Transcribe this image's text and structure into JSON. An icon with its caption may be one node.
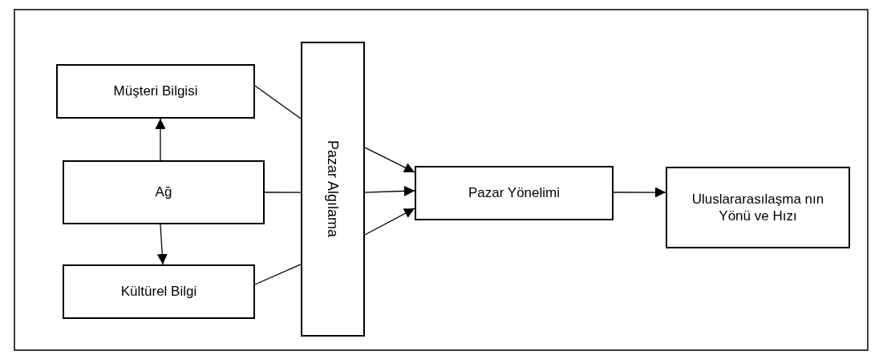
{
  "diagram": {
    "nodes": [
      {
        "text": [
          "Müşteri Bilgisi"
        ]
      },
      {
        "text": [
          "Ağ"
        ]
      },
      {
        "text": [
          "Kültürel Bilgi"
        ]
      },
      {
        "text": [
          "Pazar Algılama"
        ]
      },
      {
        "text": [
          "Pazar Yönelimi"
        ]
      },
      {
        "text": [
          "Uluslararasılaşma nın Yönü ve Hızı"
        ]
      }
    ],
    "edges": [
      {
        "from": 1,
        "to": 0,
        "arrow": "to"
      },
      {
        "from": 1,
        "to": 2,
        "arrow": "to"
      },
      {
        "from": 0,
        "to": 3,
        "arrow": "none"
      },
      {
        "from": 1,
        "to": 3,
        "arrow": "none"
      },
      {
        "from": 2,
        "to": 3,
        "arrow": "none"
      },
      {
        "from": 3,
        "to": 4,
        "arrow": "to"
      },
      {
        "from": 3,
        "to": 4,
        "arrow": "to"
      },
      {
        "from": 3,
        "to": 4,
        "arrow": "to"
      },
      {
        "from": 4,
        "to": 5,
        "arrow": "to"
      }
    ]
  }
}
